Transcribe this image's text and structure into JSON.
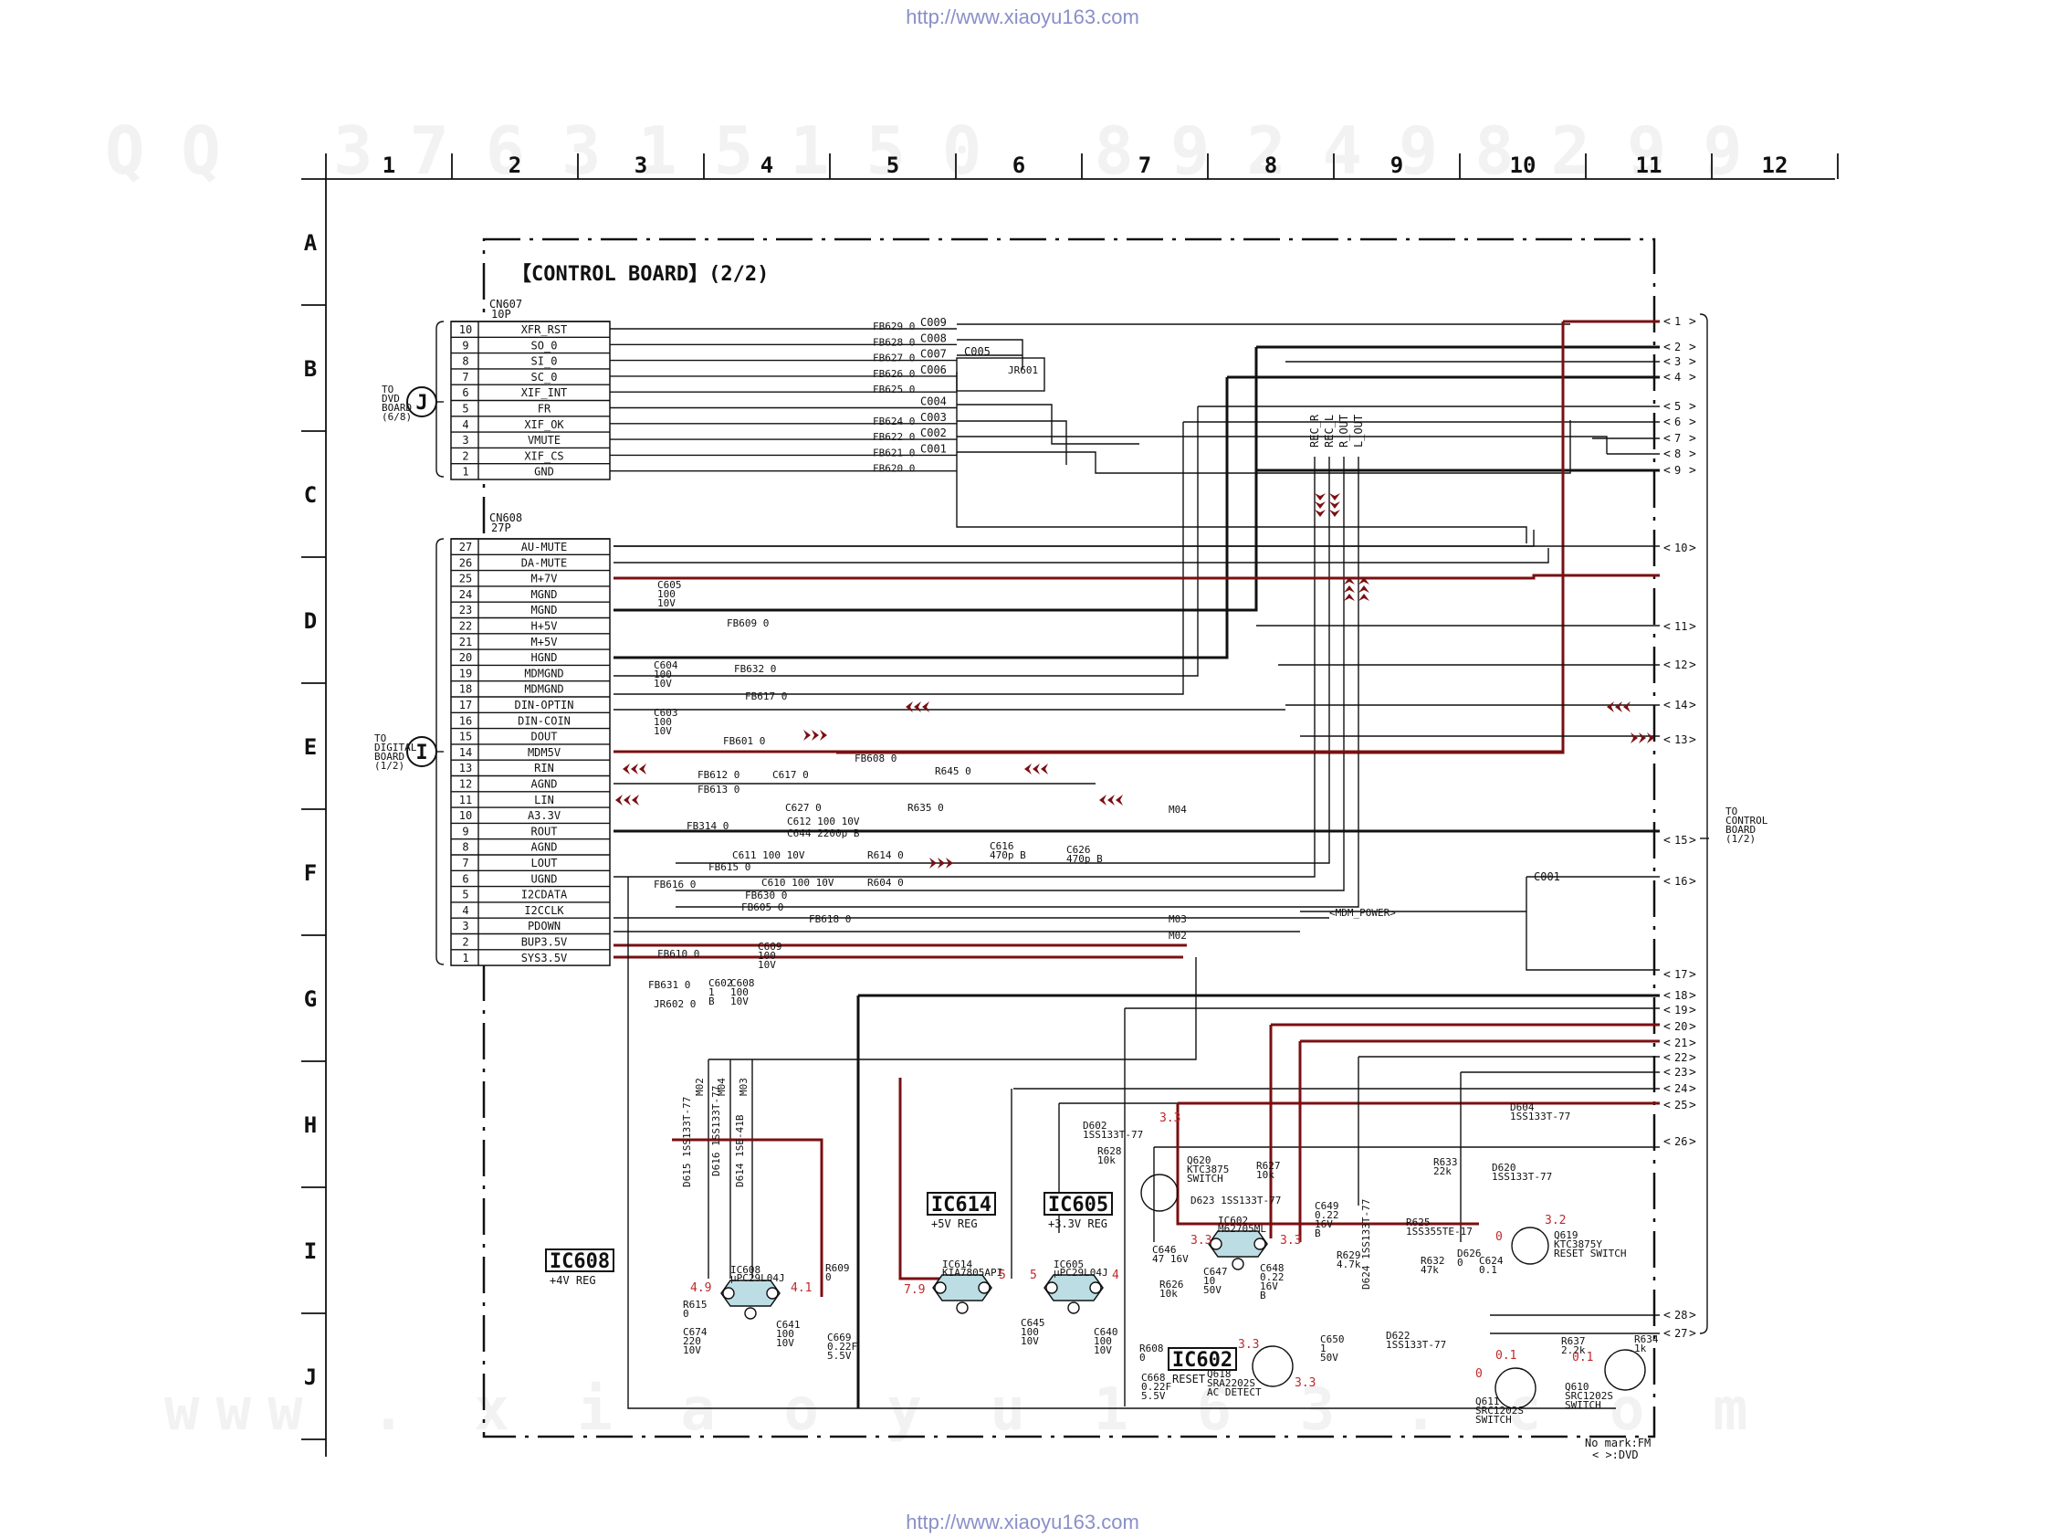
{
  "watermark": {
    "url_top": "http://www.xiaoyu163.com",
    "url_bottom": "http://www.xiaoyu163.com"
  },
  "grid": {
    "columns": [
      "1",
      "2",
      "3",
      "4",
      "5",
      "6",
      "7",
      "8",
      "9",
      "10",
      "11",
      "12"
    ],
    "rows": [
      "A",
      "B",
      "C",
      "D",
      "E",
      "F",
      "G",
      "H",
      "I",
      "J"
    ]
  },
  "title": "【CONTROL BOARD】(2/2)",
  "connector_cn607": {
    "ref": "CN607",
    "pins_label": "10P",
    "side_label": [
      "TO",
      "DVD",
      "BOARD",
      "(6/8)"
    ],
    "badge": "J",
    "rows": [
      {
        "num": "10",
        "sig": "XFR_RST",
        "fb": "FB629 0",
        "net": "C009"
      },
      {
        "num": "9",
        "sig": "SO_0",
        "fb": "FB628 0",
        "net": "C008"
      },
      {
        "num": "8",
        "sig": "SI_0",
        "fb": "FB627 0",
        "net": "C007"
      },
      {
        "num": "7",
        "sig": "SC_0",
        "fb": "FB626 0",
        "net": "C006"
      },
      {
        "num": "6",
        "sig": "XIF_INT",
        "fb": "FB625 0",
        "net": ""
      },
      {
        "num": "5",
        "sig": "FR",
        "fb": "",
        "net": "C004"
      },
      {
        "num": "4",
        "sig": "XIF_OK",
        "fb": "FB624 0",
        "net": "C003"
      },
      {
        "num": "3",
        "sig": "VMUTE",
        "fb": "FB622 0",
        "net": "C002"
      },
      {
        "num": "2",
        "sig": "XIF_CS",
        "fb": "FB621 0",
        "net": "C001"
      },
      {
        "num": "1",
        "sig": "GND",
        "fb": "FB620 0",
        "net": ""
      }
    ],
    "c005": "C005",
    "jr601": "JR601"
  },
  "connector_cn608": {
    "ref": "CN608",
    "pins_label": "27P",
    "side_label": [
      "TO",
      "DIGITAL",
      "BOARD",
      "(1/2)"
    ],
    "badge": "I",
    "rows": [
      {
        "num": "27",
        "sig": "AU-MUTE"
      },
      {
        "num": "26",
        "sig": "DA-MUTE"
      },
      {
        "num": "25",
        "sig": "M+7V"
      },
      {
        "num": "24",
        "sig": "MGND"
      },
      {
        "num": "23",
        "sig": "MGND"
      },
      {
        "num": "22",
        "sig": "H+5V"
      },
      {
        "num": "21",
        "sig": "M+5V"
      },
      {
        "num": "20",
        "sig": "HGND"
      },
      {
        "num": "19",
        "sig": "MDMGND"
      },
      {
        "num": "18",
        "sig": "MDMGND"
      },
      {
        "num": "17",
        "sig": "DIN-OPTIN"
      },
      {
        "num": "16",
        "sig": "DIN-COIN"
      },
      {
        "num": "15",
        "sig": "DOUT"
      },
      {
        "num": "14",
        "sig": "MDM5V"
      },
      {
        "num": "13",
        "sig": "RIN"
      },
      {
        "num": "12",
        "sig": "AGND"
      },
      {
        "num": "11",
        "sig": "LIN"
      },
      {
        "num": "10",
        "sig": "A3.3V"
      },
      {
        "num": "9",
        "sig": "ROUT"
      },
      {
        "num": "8",
        "sig": "AGND"
      },
      {
        "num": "7",
        "sig": "LOUT"
      },
      {
        "num": "6",
        "sig": "UGND"
      },
      {
        "num": "5",
        "sig": "I2CDATA"
      },
      {
        "num": "4",
        "sig": "I2CCLK"
      },
      {
        "num": "3",
        "sig": "PDOWN"
      },
      {
        "num": "2",
        "sig": "BUP3.5V"
      },
      {
        "num": "1",
        "sig": "SYS3.5V"
      }
    ]
  },
  "right_connector": {
    "label": [
      "TO",
      "CONTROL",
      "BOARD",
      "(1/2)"
    ],
    "pins": [
      "1",
      "2",
      "3",
      "4",
      "5",
      "6",
      "7",
      "8",
      "9",
      "10",
      "11",
      "12",
      "14",
      "13",
      "15",
      "16",
      "17",
      "18",
      "19",
      "20",
      "21",
      "22",
      "23",
      "24",
      "25",
      "26",
      "28",
      "27"
    ]
  },
  "vertical_signals": [
    "REC_R",
    "REC_L",
    "R_OUT",
    "L_OUT"
  ],
  "mid_labels": {
    "fb609": "FB609 0",
    "fb632": "FB632 0",
    "fb617": "FB617 0",
    "fb601": "FB601 0",
    "fb608": "FB608 0",
    "fb612": "FB612 0",
    "fb613": "FB613 0",
    "fb314": "FB314 0",
    "fb615": "FB615 0",
    "fb616": "FB616 0",
    "fb630": "FB630 0",
    "fb605": "FB605 0",
    "fb618": "FB618 0",
    "fb610": "FB610 0",
    "fb631": "FB631 0",
    "jr602": "JR602 0",
    "r645": "R645 0",
    "r635": "R635 0",
    "r614": "R614 0",
    "r604": "R604 0",
    "c617": "C617 0",
    "c627": "C627 0",
    "c611": "C611 100 10V",
    "c610": "C610 100 10V",
    "c612": "C612 100 10V",
    "c644": "C644 2200p B",
    "c616": [
      "C616",
      "470p B"
    ],
    "c626": [
      "C626",
      "470p B"
    ],
    "c605": [
      "C605",
      "100",
      "10V"
    ],
    "c604": [
      "C604",
      "100",
      "10V"
    ],
    "c603": [
      "C603",
      "100",
      "10V"
    ],
    "c602": [
      "C602",
      "1",
      "B"
    ],
    "c608": [
      "C608",
      "100",
      "10V"
    ],
    "c609": [
      "C609",
      "100",
      "10V"
    ],
    "c001": "C001",
    "mdm_power": "MDM_POWER",
    "m04": "M04",
    "m03": "M03",
    "m02": "M02"
  },
  "ic608": {
    "title": "IC608",
    "desc": "+4V REG",
    "chip": [
      "IC608",
      "μPC29L04J"
    ],
    "v_in": "4.9",
    "v_out": "4.1",
    "d615": [
      "D615",
      "1SS133T-77"
    ],
    "d616": [
      "D616",
      "1SS133T-77"
    ],
    "d614": [
      "D614",
      "1SE-41B"
    ],
    "r609": [
      "R609",
      "0"
    ],
    "r615": [
      "R615",
      "0"
    ],
    "c674": [
      "C674",
      "220",
      "10V"
    ],
    "c641": [
      "C641",
      "100",
      "10V"
    ],
    "c669": [
      "C669",
      "0.22F",
      "5.5V"
    ],
    "bus": [
      "M02",
      "M04",
      "M03"
    ]
  },
  "ic614": {
    "title": "IC614",
    "desc": "+5V REG",
    "chip": [
      "IC614",
      "KIA7805API"
    ],
    "v_in": "7.9",
    "v_out": "5"
  },
  "ic605": {
    "title": "IC605",
    "desc": "+3.3V REG",
    "chip": [
      "IC605",
      "μPC29L04J"
    ],
    "v_in": "5",
    "v_out": "4",
    "c645": [
      "C645",
      "100",
      "10V"
    ],
    "c640": [
      "C640",
      "100",
      "10V"
    ],
    "r608": [
      "R608",
      "0"
    ],
    "c668": [
      "C668",
      "0.22F",
      "5.5V"
    ]
  },
  "ic602": {
    "title": "IC602",
    "desc": "RESET",
    "chip": [
      "IC602",
      "M62705ML"
    ],
    "q618": [
      "Q618",
      "SRA2202S",
      "AC DETECT"
    ],
    "v3": "3.3",
    "d602": [
      "D602",
      "1SS133T-77"
    ],
    "r628": [
      "R628",
      "10k"
    ],
    "q620": [
      "Q620",
      "KTC3875",
      "SWITCH"
    ],
    "d623": "D623 1SS133T-77",
    "r627": [
      "R627",
      "10k"
    ],
    "c646": [
      "C646",
      "47 16V"
    ],
    "c647": [
      "C647",
      "10",
      "50V"
    ],
    "c648": [
      "C648",
      "0.22",
      "16V",
      "B"
    ],
    "c649": [
      "C649",
      "0.22",
      "16V",
      "B"
    ],
    "r626": [
      "R626",
      "10k"
    ],
    "c650": [
      "C650",
      "1",
      "50V"
    ],
    "r629": [
      "R629",
      "4.7k"
    ],
    "d624": [
      "D624",
      "1SS133T-77"
    ],
    "d622": [
      "D622",
      "1SS133T-77"
    ]
  },
  "reset_area": {
    "d604": [
      "D604",
      "1SS133T-77"
    ],
    "r633": [
      "R633",
      "22k"
    ],
    "d620": [
      "D620",
      "1SS133T-77"
    ],
    "r625": [
      "R625",
      "1SS355TE-17"
    ],
    "r632": [
      "R632",
      "47k"
    ],
    "d626": [
      "D626",
      "0"
    ],
    "c624": [
      "C624",
      "0.1"
    ],
    "q619": [
      "Q619",
      "KTC3875Y",
      "RESET SWITCH"
    ],
    "v_q619": "3.2",
    "v_q619b": "0",
    "r637": [
      "R637",
      "2.2k"
    ],
    "r634": [
      "R634",
      "1k"
    ],
    "q611": [
      "Q611",
      "SRC1202S",
      "SWITCH"
    ],
    "q610": [
      "Q610",
      "SRC1202S",
      "SWITCH"
    ],
    "v01a": "0.1",
    "v01b": "0.1",
    "v0": "0"
  },
  "legend": [
    "No mark:FM",
    "<  >:DVD"
  ],
  "watermark_text": {
    "qq": "QQ 376315150  892498299",
    "www": "www . x i a o y u 1 6 3 . c o m"
  }
}
